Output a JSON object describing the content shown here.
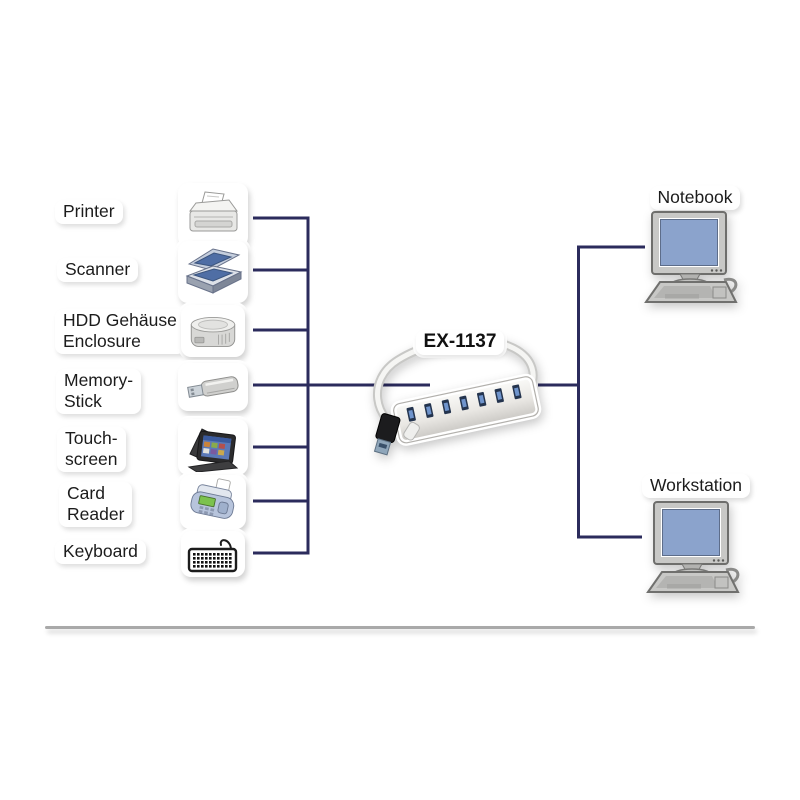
{
  "diagram": {
    "hub": {
      "model": "EX-1137",
      "icon": "usb-hub-icon",
      "ports": 7
    },
    "devices": [
      {
        "label": "Printer",
        "icon": "printer-icon"
      },
      {
        "label": "Scanner",
        "icon": "scanner-icon"
      },
      {
        "label": "HDD Gehäuse\nEnclosure",
        "icon": "hdd-enclosure-icon"
      },
      {
        "label": "Memory-\nStick",
        "icon": "memory-stick-icon"
      },
      {
        "label": "Touch-\nscreen",
        "icon": "touchscreen-icon"
      },
      {
        "label": "Card\nReader",
        "icon": "card-reader-icon"
      },
      {
        "label": "Keyboard",
        "icon": "keyboard-icon"
      }
    ],
    "hosts": [
      {
        "label": "Notebook",
        "icon": "desktop-computer-icon"
      },
      {
        "label": "Workstation",
        "icon": "desktop-computer-icon"
      }
    ],
    "colors": {
      "connector_line": "#2b2b5c",
      "divider": "#a9a9a9",
      "screen_blue": "#8ba3cc",
      "usb_port_blue": "#6f94cc",
      "background": "#ffffff"
    }
  }
}
